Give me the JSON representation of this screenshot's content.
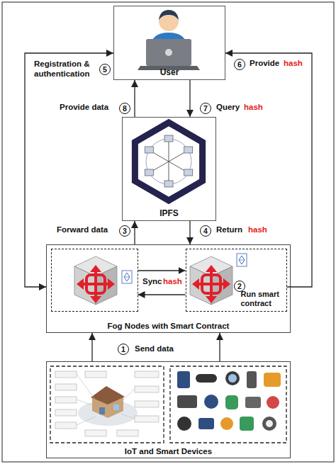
{
  "diagram": {
    "nodes": [
      {
        "text": [
          "User"
        ]
      },
      {
        "text": [
          "IPFS"
        ]
      },
      {
        "text": [
          "Fog Nodes with Smart Contract"
        ]
      },
      {
        "text": [],
        "in": 2
      },
      {
        "text": [
          "Run smart contract"
        ],
        "in": 2
      },
      {
        "text": [
          "IoT and Smart Devices"
        ]
      }
    ],
    "edges": [
      {
        "from": 5,
        "to": 2,
        "arrow": "to"
      },
      {
        "from": 5,
        "to": 2,
        "arrow": "to"
      },
      {
        "from": 2,
        "to": 1,
        "arrow": "to"
      },
      {
        "from": 1,
        "to": 2,
        "arrow": "to"
      },
      {
        "from": 1,
        "to": 0,
        "arrow": "to"
      },
      {
        "from": 0,
        "to": 1,
        "arrow": "to"
      },
      {
        "from": 3,
        "to": 4,
        "arrow": "to"
      },
      {
        "from": 4,
        "to": 3,
        "arrow": "to"
      },
      {
        "from": 0,
        "to": 2,
        "arrow": "both"
      },
      {
        "from": 4,
        "to": 0,
        "arrow": "to"
      }
    ],
    "labels": [
      "Registration & authentication",
      "5",
      "Provide",
      "hash",
      "6",
      "Provide data",
      "8",
      "7",
      "Query",
      "hash",
      "Forward data",
      "3",
      "4",
      "Return",
      "hash",
      "Sync",
      "hash",
      "2",
      "1",
      "Send data"
    ]
  }
}
